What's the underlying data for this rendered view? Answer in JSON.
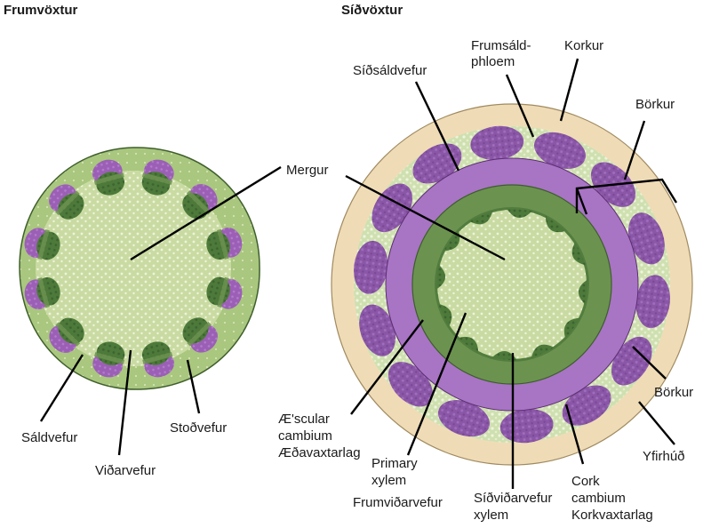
{
  "headings": {
    "primary": "Frumvöxtur",
    "secondary": "Síðvöxtur"
  },
  "labels": {
    "mergur": "Mergur",
    "saldvefur": "Sáldvefur",
    "vidarvefur": "Viðarvefur",
    "stodvefur": "Stoðvefur",
    "sidsaldvefur": "Síðsáldvefur",
    "frumsald_1": "Frumsáld-",
    "frumsald_2": "phloem",
    "korkur": "Korkur",
    "borkur_top": "Börkur",
    "borkur_right": "Börkur",
    "yfirhud": "Yfirhúð",
    "vascular_1": "Æ'scular",
    "vascular_2": "cambium",
    "vascular_3": "Æðavaxtarlag",
    "primary_1": "Primary",
    "primary_2": "xylem",
    "primary_3": "Frumviðarvefur",
    "sidvidar_1": "Síðviðarvefur",
    "sidvidar_2": "xylem",
    "cork_1": "Cork",
    "cork_2": "cambium",
    "cork_3": "Korkvaxtarlag"
  },
  "colors": {
    "pith": "#c9dba2",
    "cortex": "#a9c77e",
    "xylem": "#4f7a3c",
    "phloem": "#9b5fb6",
    "secondary_phloem": "#a874c4",
    "cork": "#efdcb6",
    "bark_dots": "#8e5aa8",
    "cambium_green": "#6c9250"
  }
}
